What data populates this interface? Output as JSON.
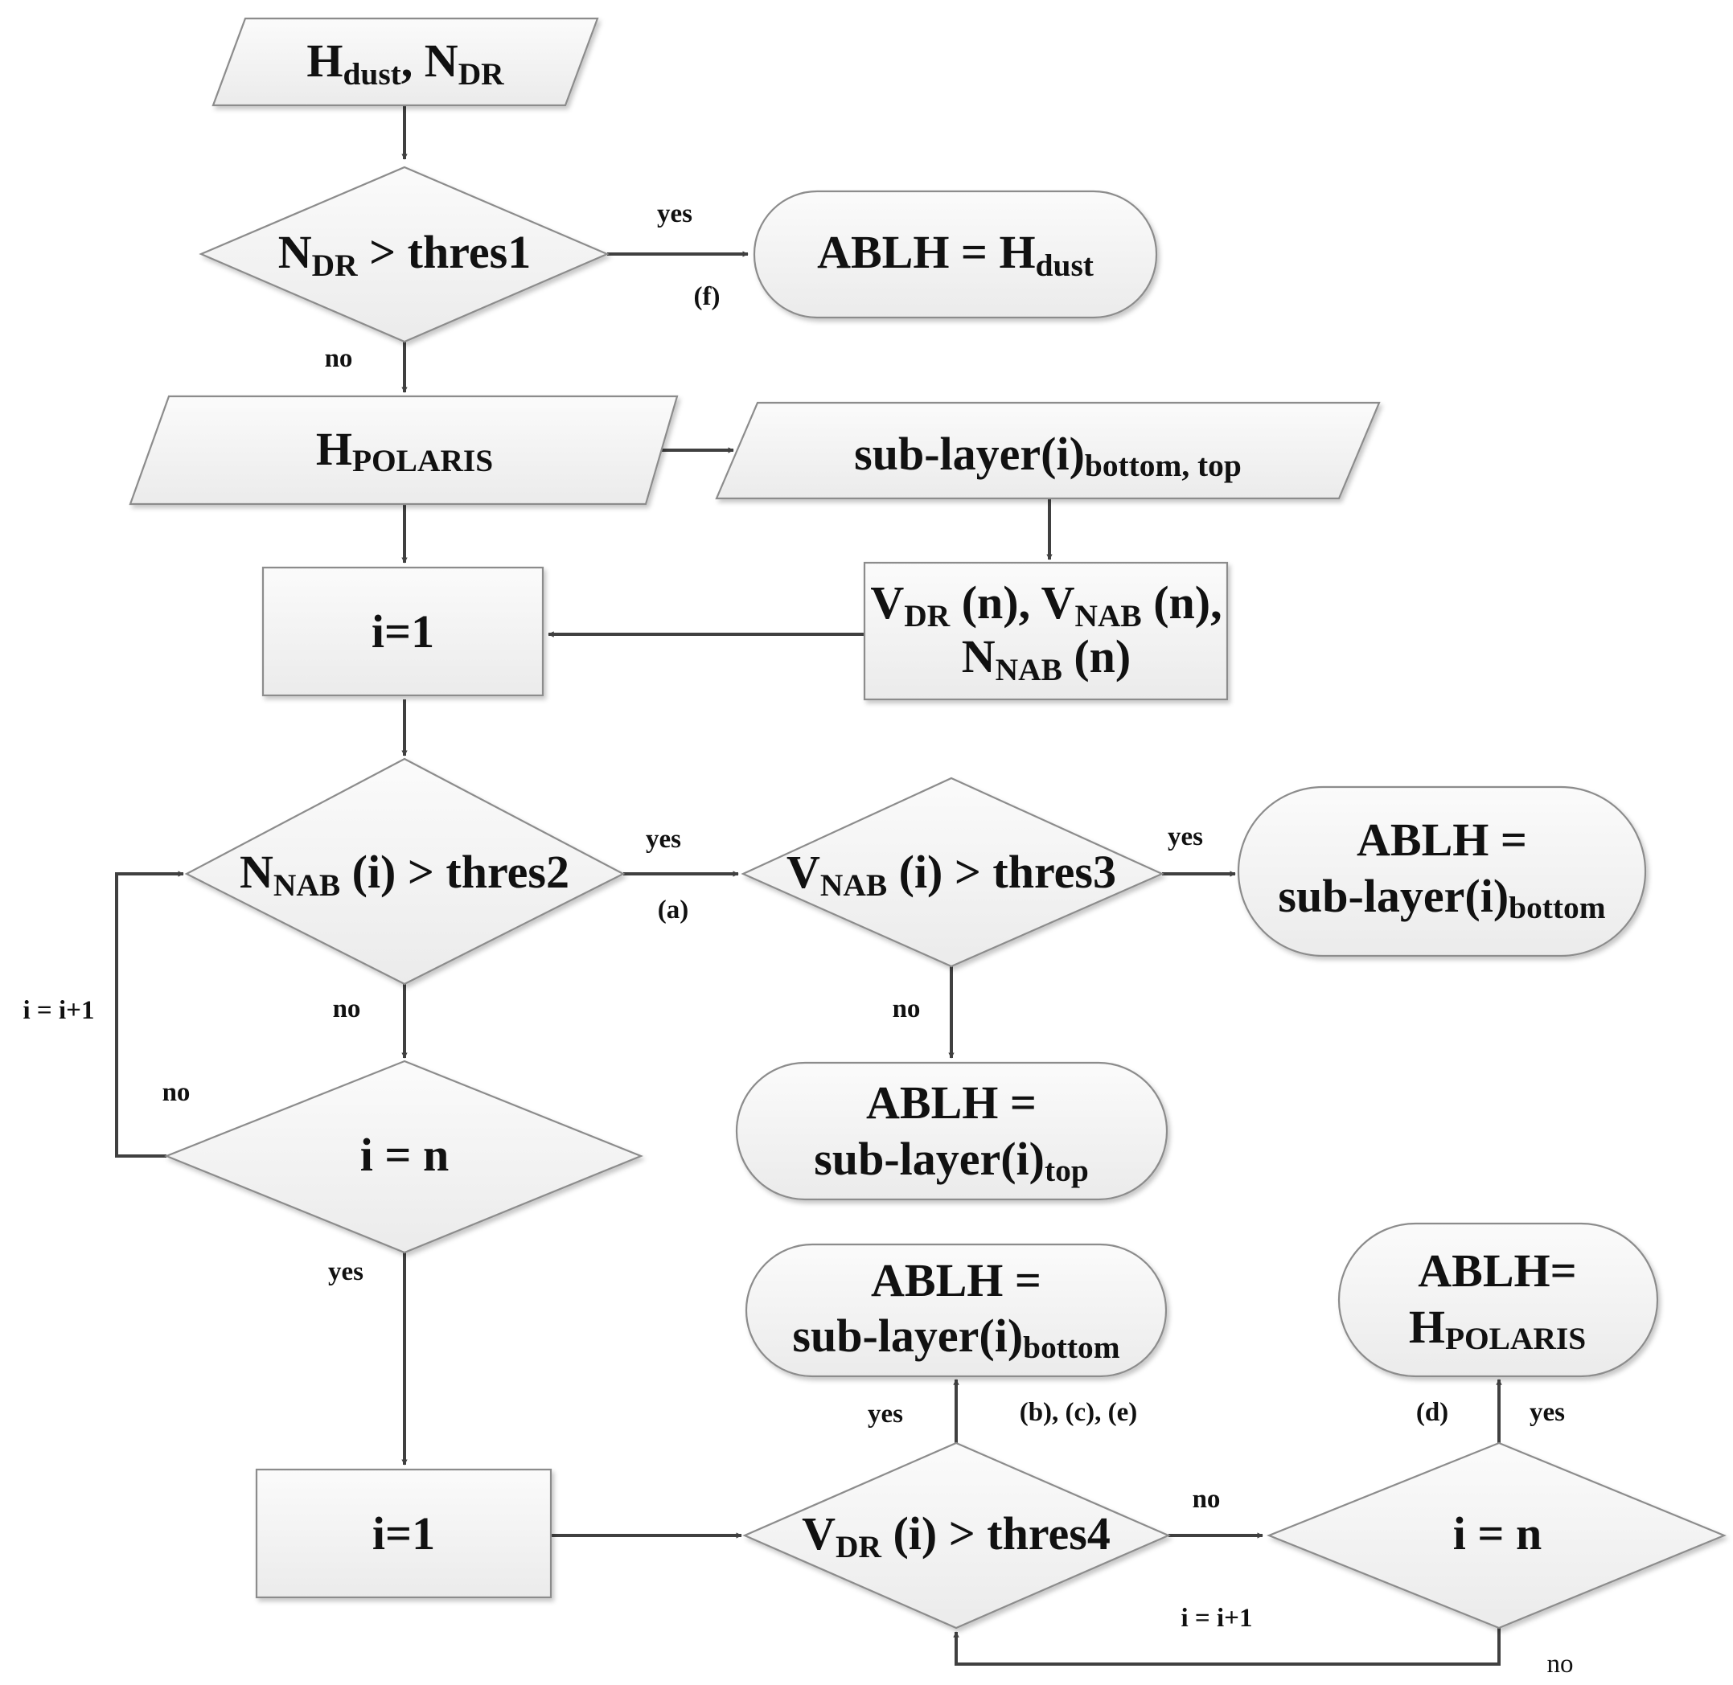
{
  "flowchart": {
    "input_top": {
      "text": "H",
      "sub1": "dust",
      "sep": ", N",
      "sub2": "DR"
    },
    "dec1": {
      "pre": "N",
      "sub": "DR",
      "post": " > thres1"
    },
    "end1": {
      "pre": "ABLH = H",
      "sub": "dust"
    },
    "input_polaris": {
      "pre": "H",
      "sub": "POLARIS"
    },
    "input_sublayer": {
      "pre": "sub-layer(i)",
      "sub": "bottom, top"
    },
    "init1": {
      "text": "i=1"
    },
    "vectors": {
      "l1a": "V",
      "l1a_sub": "DR",
      "l1b": " (n), V",
      "l1b_sub": "NAB",
      "l1c": " (n),",
      "l2a": "N",
      "l2a_sub": "NAB",
      "l2b": " (n)"
    },
    "dec2": {
      "pre": "N",
      "sub": "NAB",
      "post": " (i) > thres2"
    },
    "dec3": {
      "pre": "V",
      "sub": "NAB",
      "post": " (i) > thres3"
    },
    "end2": {
      "line1": "ABLH =",
      "line2_pre": "sub-layer(i)",
      "line2_sub": "bottom"
    },
    "end3": {
      "line1": "ABLH =",
      "line2_pre": "sub-layer(i)",
      "line2_sub": "top"
    },
    "dec4": {
      "text": "i = n"
    },
    "init2": {
      "text": "i=1"
    },
    "dec5": {
      "pre": "V",
      "sub": "DR",
      "post": " (i) > thres4"
    },
    "end4": {
      "line1": "ABLH =",
      "line2_pre": "sub-layer(i)",
      "line2_sub": "bottom"
    },
    "dec6": {
      "text": "i = n"
    },
    "end5": {
      "line1": "ABLH=",
      "line2_pre": "H",
      "line2_sub": "POLARIS"
    },
    "labels": {
      "yes_1": "yes",
      "f": "(f)",
      "no_1": "no",
      "yes_2": "yes",
      "a": "(a)",
      "yes_3": "yes",
      "no_3": "no",
      "no_2": "no",
      "loop1": "i = i+1",
      "no_4": "no",
      "yes_4": "yes",
      "yes_5": "yes",
      "bce": "(b), (c), (e)",
      "no_5": "no",
      "d": "(d)",
      "yes_6": "yes",
      "loop2": "i = i+1",
      "no_6": "no"
    }
  }
}
